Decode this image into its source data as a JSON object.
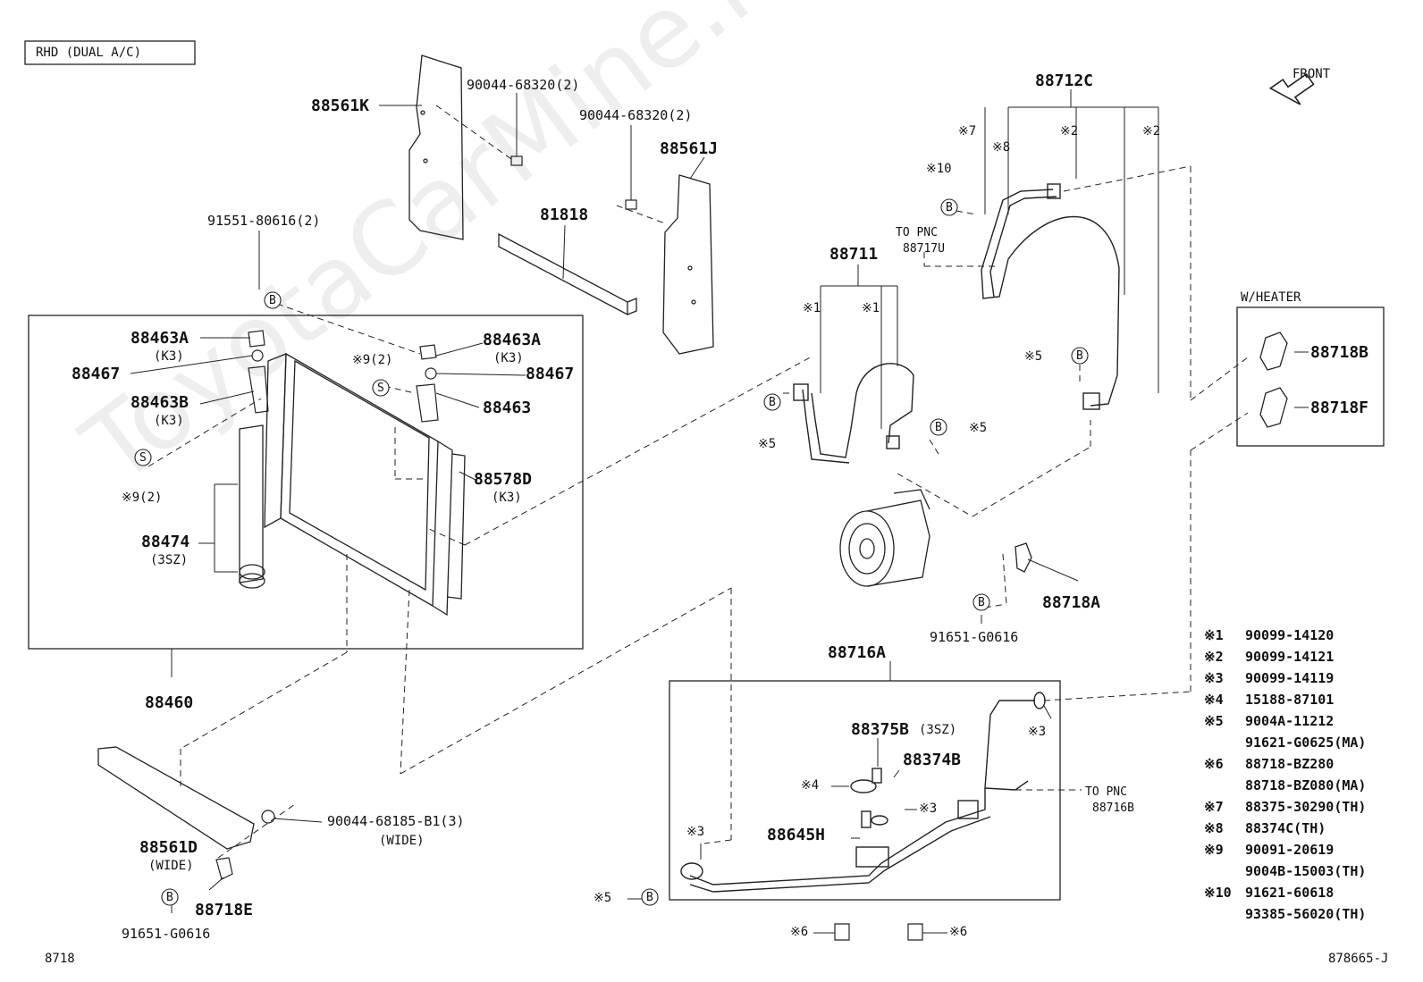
{
  "header": {
    "variant_box": "RHD (DUAL A/C)",
    "front_label": "FRONT"
  },
  "footer": {
    "page_code": "8718",
    "figure_code": "878665-J"
  },
  "watermark": "ToyotaCarMine.ru",
  "parts": {
    "p88561K": "88561K",
    "bolt1": "90044-68320(2)",
    "bolt2": "90044-68320(2)",
    "p88561J": "88561J",
    "p81818": "81818",
    "bolt91551": "91551-80616(2)",
    "p88463A_left": "88463A",
    "k3_a": "(K3)",
    "p88467_left": "88467",
    "p88463B": "88463B",
    "k3_b": "(K3)",
    "s_left_note": "※9(2)",
    "p88474": "88474",
    "sz3_a": "(3SZ)",
    "p88463A_right": "88463A",
    "k3_c": "(K3)",
    "s_right_note": "※9(2)",
    "p88467_right": "88467",
    "p88463": "88463",
    "p88578D": "88578D",
    "k3_d": "(K3)",
    "p88460": "88460",
    "p88711": "88711",
    "m1_a": "※1",
    "m1_b": "※1",
    "m5_a": "※5",
    "m5_b": "※5",
    "p88712C": "88712C",
    "m7": "※7",
    "m8": "※8",
    "m2_a": "※2",
    "m2_b": "※2",
    "m10": "※10",
    "to_pnc_1": "TO PNC",
    "pnc_88717U": "88717U",
    "m5_c": "※5",
    "w_heater": "W/HEATER",
    "p88718B": "88718B",
    "p88718F": "88718F",
    "p88718A": "88718A",
    "bolt91651_a": "91651-G0616",
    "p88716A": "88716A",
    "p88375B": "88375B",
    "sz3_b": "(3SZ)",
    "p88374B": "88374B",
    "m4": "※4",
    "m3_a": "※3",
    "m3_b": "※3",
    "m3_c": "※3",
    "p88645H": "88645H",
    "to_pnc_2": "TO PNC",
    "pnc_88716B": "88716B",
    "m5_d": "※5",
    "m6_a": "※6",
    "m6_b": "※6",
    "p88561D": "88561D",
    "wide_a": "(WIDE)",
    "bolt90044_185": "90044-68185-B1(3)",
    "wide_b": "(WIDE)",
    "p88718E": "88718E",
    "bolt91651_b": "91651-G0616",
    "circle_b": "B",
    "circle_s": "S"
  },
  "legend": [
    {
      "mark": "※1",
      "part": "90099-14120"
    },
    {
      "mark": "※2",
      "part": "90099-14121"
    },
    {
      "mark": "※3",
      "part": "90099-14119"
    },
    {
      "mark": "※4",
      "part": "15188-87101"
    },
    {
      "mark": "※5",
      "part": "9004A-11212"
    },
    {
      "mark": "",
      "part": "91621-G0625(MA)"
    },
    {
      "mark": "※6",
      "part": "88718-BZ280"
    },
    {
      "mark": "",
      "part": "88718-BZ080(MA)"
    },
    {
      "mark": "※7",
      "part": "88375-30290(TH)"
    },
    {
      "mark": "※8",
      "part": "88374C(TH)"
    },
    {
      "mark": "※9",
      "part": "90091-20619"
    },
    {
      "mark": "",
      "part": "9004B-15003(TH)"
    },
    {
      "mark": "※10",
      "part": "91621-60618"
    },
    {
      "mark": "",
      "part": "93385-56020(TH)"
    }
  ]
}
